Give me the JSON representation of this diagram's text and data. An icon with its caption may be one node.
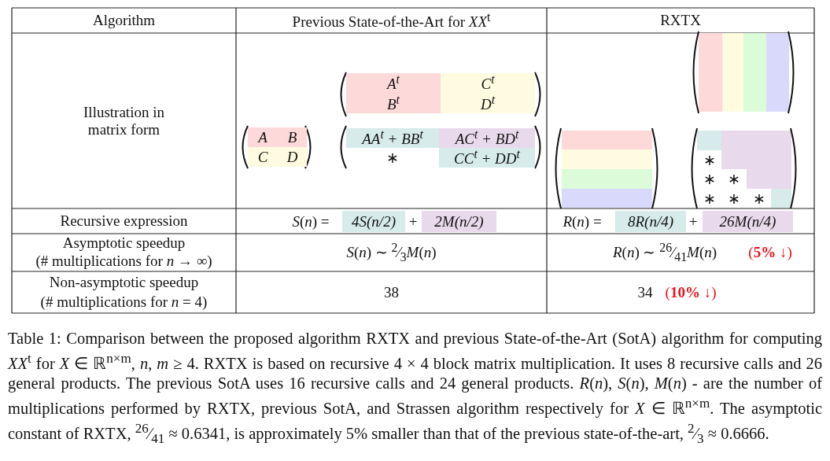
{
  "diagram": {
    "caption": "Table 1: Comparison between the proposed algorithm RXTX and previous State-of-the-Art (SotA) algorithm for computing *XX*$^{t}$ for *X* ∈ ℝ$^{n×m}$, *n*, *m* ≥ 4. RXTX is based on recursive 4 × 4 block matrix multiplication. It uses 8 recursive calls and 26 general products. The previous SotA uses 16 recursive calls and 24 general products. *R*(*n*), *S*(*n*), *M*(*n*) - are the number of multiplications performed by RXTX, previous SotA, and Strassen algorithm respectively for *X* ∈ ℝ$^{n×m}$. The asymptotic constant of RXTX, $^{26}$⁄$_{41}$ ≈ 0.6341, is approximately 5% smaller than that of the previous state-of-the-art, $^{2}$⁄$_{3}$ ≈ 0.6666.",
    "labels": [
      "Algorithm",
      "Previous State-of-the-Art for *XX*$^{t}$",
      "RXTX",
      "Illustration in matrix form",
      "*A*$^{t}$",
      "*C*$^{t}$",
      "*B*$^{t}$",
      "*D*$^{t}$",
      "*A*",
      "*B*",
      "*AA*$^{t}$ + *BB*$^{t}$",
      "*AC*$^{t}$ + *BD*$^{t}$",
      "*C*",
      "*D*",
      "∗",
      "*CC*$^{t}$ + *DD*$^{t}$",
      "∗",
      "∗",
      "∗",
      "∗",
      "∗",
      "∗",
      "Recursive expression",
      "*S*(*n*) =",
      "4S(n/2)",
      "+",
      "2M(n/2)",
      "*R*(*n*) =",
      "8R(n/4)",
      "+",
      "26M(n/4)",
      "Asymptotic speedup",
      "(# multiplications for *n* → ∞)",
      "*S*(*n*) ∼ $^{2}$⁄$_{3}$*M*(*n*)",
      "*R*(*n*) ∼ $^{26}$⁄$_{41}$*M*(*n*)",
      "(**5%** ↓)",
      "Non-asymptotic speedup",
      "(# multiplications for *n* = 4)",
      "38",
      "34",
      "(**10%** ↓)"
    ]
  }
}
